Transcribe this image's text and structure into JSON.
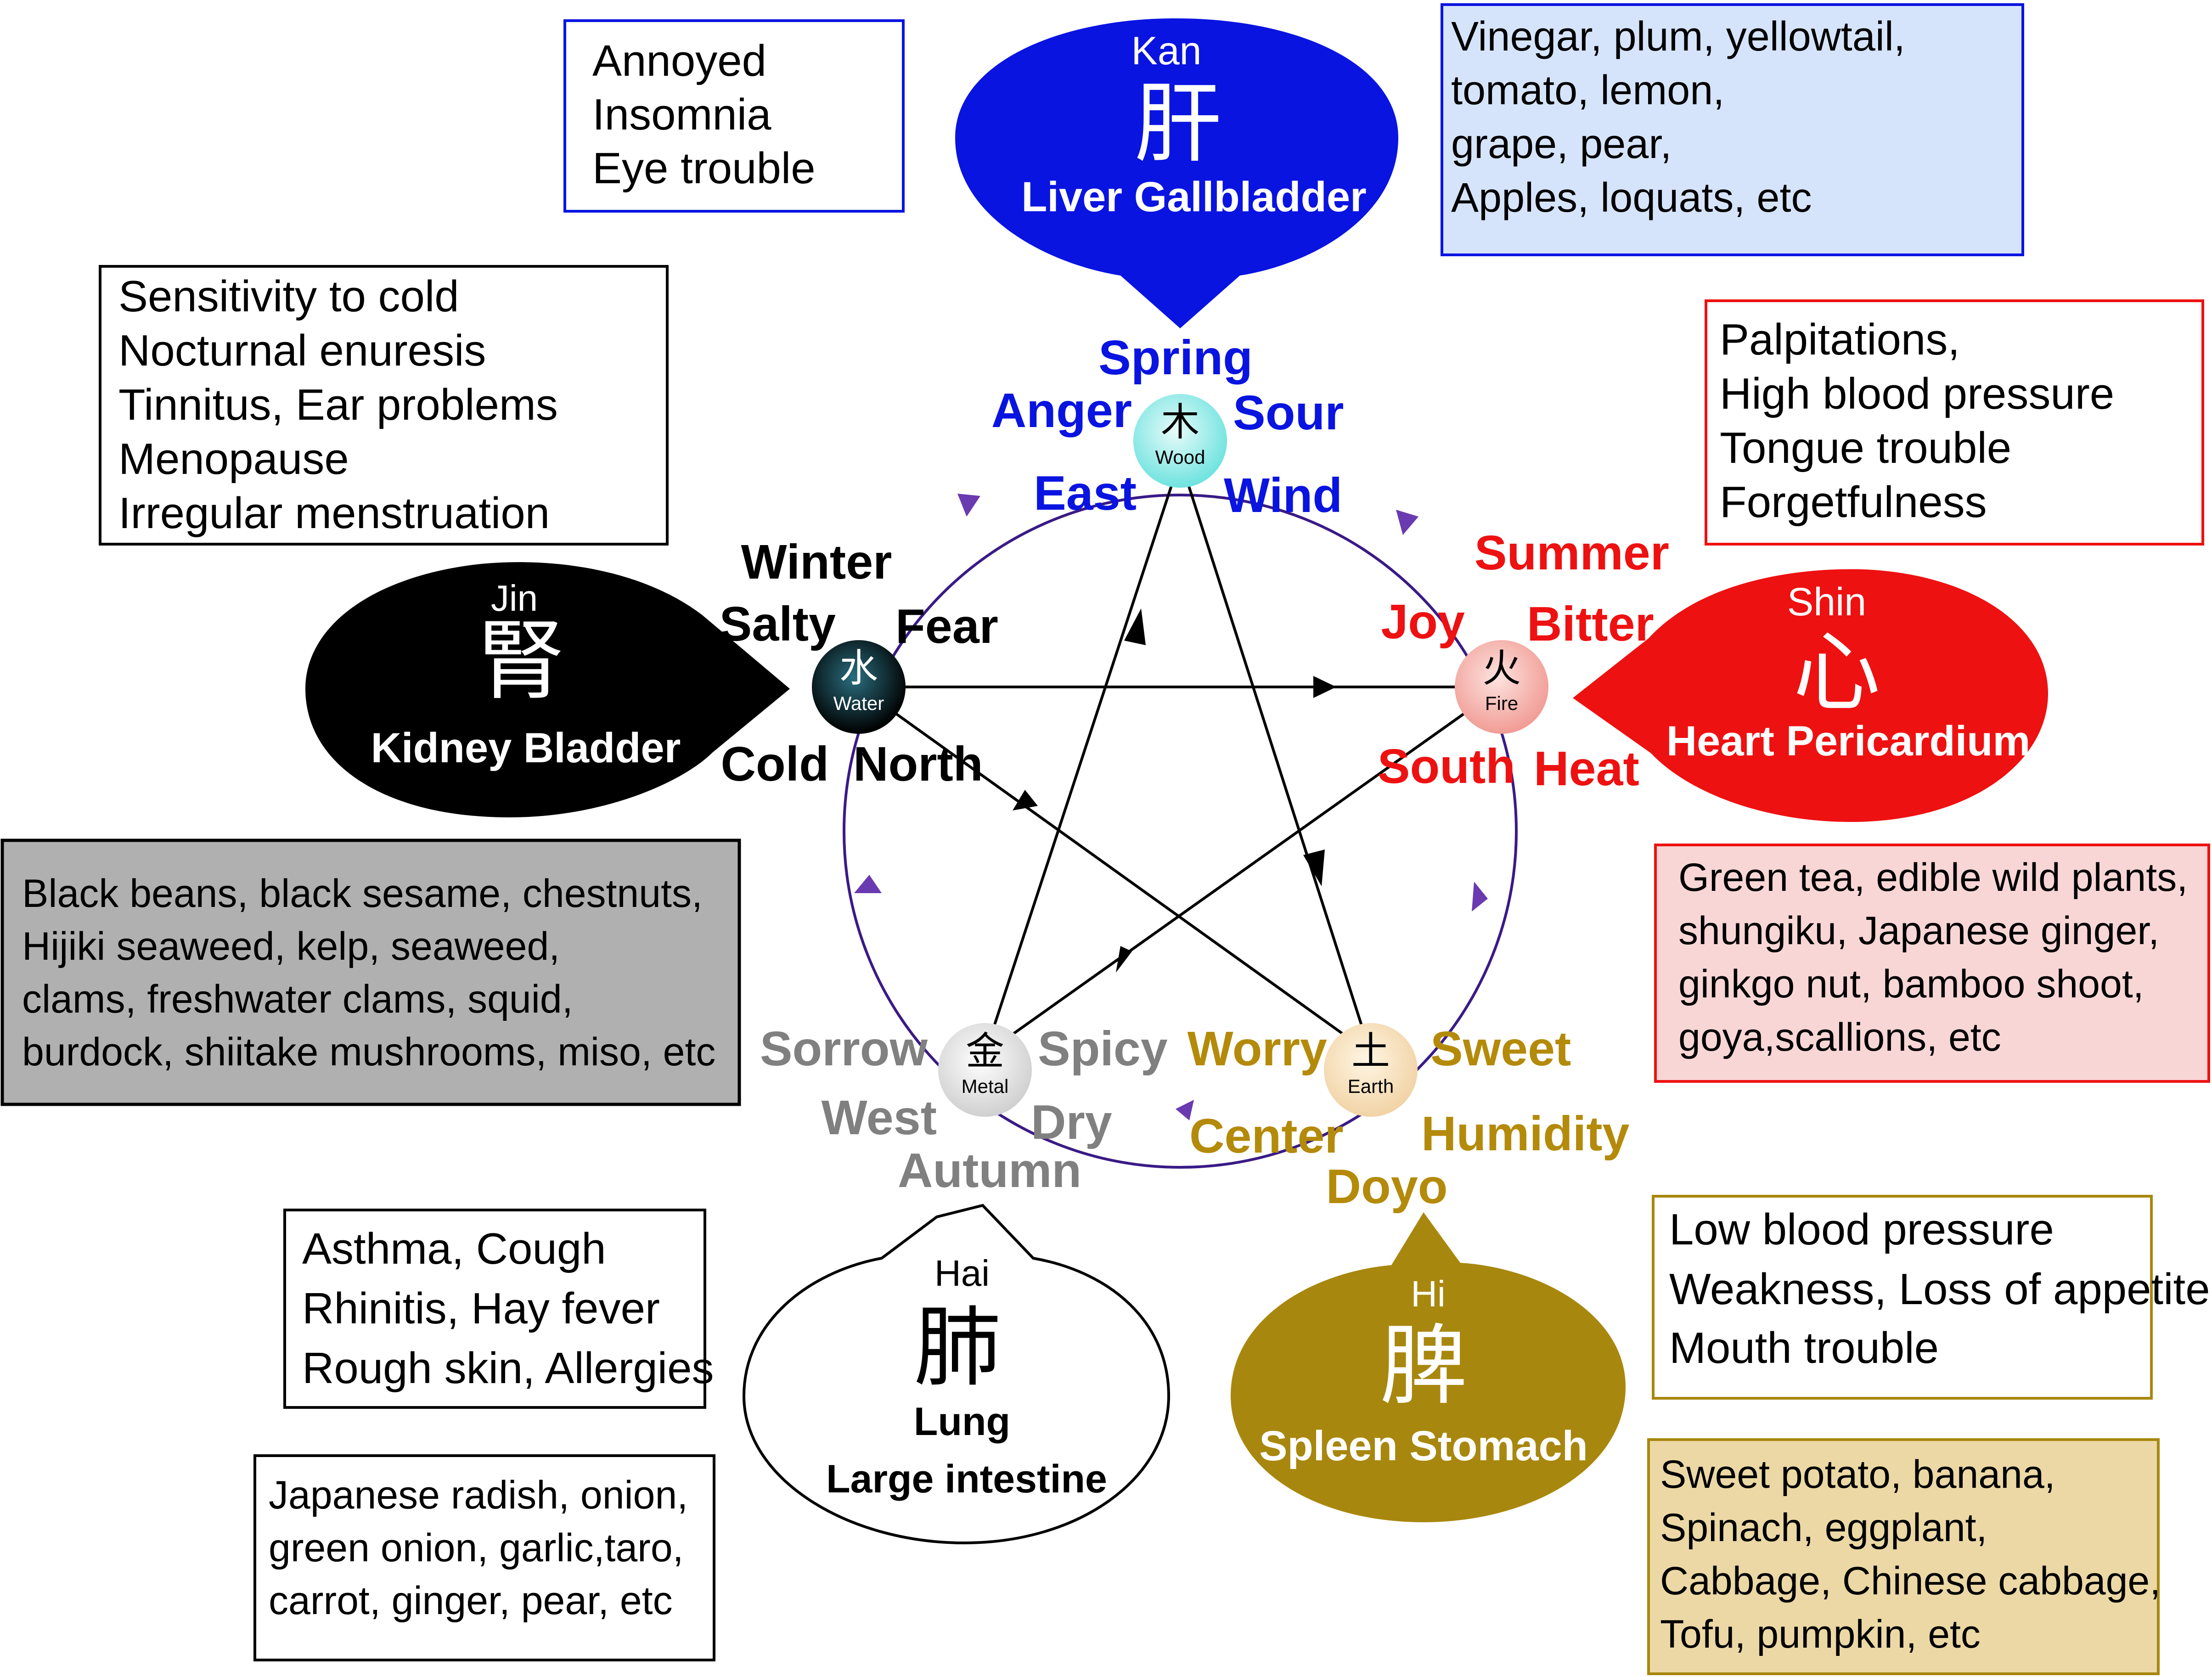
{
  "colors": {
    "wood": "#0a14e0",
    "fire": "#ee1111",
    "earth": "#a8870e",
    "earth_text": "#b48a0a",
    "metal": "#808080",
    "water": "#000000",
    "circle": "#3a1a86",
    "circle_arrow": "#6a3ab0",
    "box_wood_bg": "#d6e4fb",
    "box_fire_bg": "#f9d6d6",
    "box_earth_bg": "#ebd8a5",
    "box_water_bg": "#b0b0b0"
  },
  "elements": {
    "wood": {
      "glyph": "木",
      "label": "Wood",
      "season": "Spring",
      "emotion": "Anger",
      "taste": "Sour",
      "direction": "East",
      "climate": "Wind",
      "organ": {
        "reading": "Kan",
        "kanji": "肝",
        "name": "Liver Gallbladder"
      },
      "symptoms": [
        "Annoyed",
        "Insomnia",
        "Eye trouble"
      ],
      "foods": [
        "Vinegar, plum, yellowtail,",
        "tomato, lemon,",
        "grape, pear,",
        "Apples, loquats, etc"
      ]
    },
    "fire": {
      "glyph": "火",
      "label": "Fire",
      "season": "Summer",
      "emotion": "Joy",
      "taste": "Bitter",
      "direction": "South",
      "climate": "Heat",
      "organ": {
        "reading": "Shin",
        "kanji": "心",
        "name": "Heart Pericardium"
      },
      "symptoms": [
        "Palpitations,",
        "High blood pressure",
        "Tongue trouble",
        "Forgetfulness"
      ],
      "foods": [
        "Green tea, edible wild plants,",
        "shungiku, Japanese ginger,",
        "ginkgo nut, bamboo shoot,",
        "goya,scallions, etc"
      ]
    },
    "earth": {
      "glyph": "土",
      "label": "Earth",
      "season": "Doyo",
      "emotion": "Worry",
      "taste": "Sweet",
      "direction": "Center",
      "climate": "Humidity",
      "organ": {
        "reading": "Hi",
        "kanji": "脾",
        "name": "Spleen Stomach"
      },
      "symptoms": [
        "Low blood pressure",
        "Weakness, Loss of appetite",
        "Mouth trouble"
      ],
      "foods": [
        "Sweet potato, banana,",
        "Spinach, eggplant,",
        "Cabbage, Chinese cabbage,",
        "Tofu, pumpkin, etc"
      ]
    },
    "metal": {
      "glyph": "金",
      "label": "Metal",
      "season": "Autumn",
      "emotion": "Sorrow",
      "taste": "Spicy",
      "direction": "West",
      "climate": "Dry",
      "organ": {
        "reading": "Hai",
        "kanji": "肺",
        "name_line1": "Lung",
        "name_line2": "Large intestine"
      },
      "symptoms": [
        "Asthma, Cough",
        "Rhinitis, Hay fever",
        "Rough skin, Allergies"
      ],
      "foods": [
        "Japanese radish, onion,",
        "green onion, garlic,taro,",
        "carrot, ginger, pear, etc"
      ]
    },
    "water": {
      "glyph": "水",
      "label": "Water",
      "season": "Winter",
      "emotion": "Fear",
      "taste": "Salty",
      "direction": "North",
      "climate": "Cold",
      "organ": {
        "reading": "Jin",
        "kanji": "腎",
        "name": "Kidney Bladder"
      },
      "symptoms": [
        "Sensitivity to cold",
        "Nocturnal enuresis",
        "Tinnitus, Ear problems",
        "Menopause",
        "Irregular menstruation"
      ],
      "foods": [
        "Black beans, black sesame, chestnuts,",
        "Hijiki seaweed, kelp, seaweed,",
        "clams, freshwater clams, squid,",
        "burdock, shiitake mushrooms, miso, etc"
      ]
    }
  }
}
